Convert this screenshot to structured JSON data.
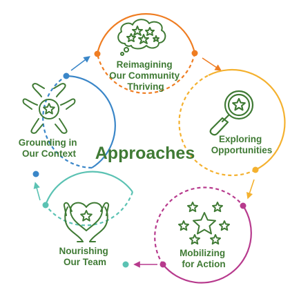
{
  "center_title": "Approaches",
  "colors": {
    "text_green": "#3f7a34",
    "icon_green": "#3f7a34",
    "orange": "#ef7d22",
    "amber": "#f4b12f",
    "magenta": "#b73a8d",
    "teal": "#5bc2b3",
    "blue": "#3a86c8"
  },
  "stages": [
    {
      "id": "reimagining",
      "lines": [
        "Reimagining",
        "Our Community",
        "Thriving"
      ],
      "icon": "thought-bubble-stars-icon",
      "color": "orange"
    },
    {
      "id": "exploring",
      "lines": [
        "Exploring",
        "Opportunities"
      ],
      "icon": "magnifying-glass-star-icon",
      "color": "amber"
    },
    {
      "id": "mobilizing",
      "lines": [
        "Mobilizing",
        "for Action"
      ],
      "icon": "stars-cluster-icon",
      "color": "magenta"
    },
    {
      "id": "nourishing",
      "lines": [
        "Nourishing",
        "Our Team"
      ],
      "icon": "hands-holding-heart-icon",
      "color": "teal"
    },
    {
      "id": "grounding",
      "lines": [
        "Grounding in",
        "Our Context"
      ],
      "icon": "hands-circle-star-icon",
      "color": "blue"
    }
  ]
}
